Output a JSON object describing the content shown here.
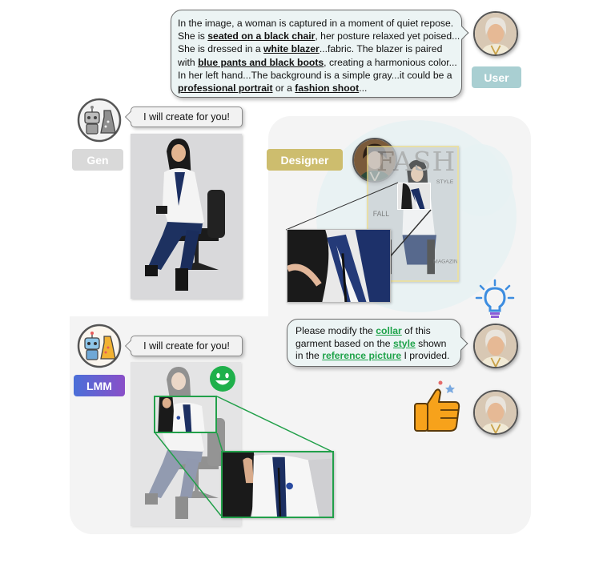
{
  "user": {
    "tag": "User",
    "prompt_segments": [
      [
        {
          "t": "In the image, a woman is captured in a moment of quiet repose."
        }
      ],
      [
        {
          "t": "She is "
        },
        {
          "t": "seated on a black chair",
          "b": true
        },
        {
          "t": ", her posture relaxed yet poised..."
        }
      ],
      [
        {
          "t": "She is dressed in a "
        },
        {
          "t": "white blazer",
          "b": true
        },
        {
          "t": "...fabric. The blazer is paired"
        }
      ],
      [
        {
          "t": "with "
        },
        {
          "t": "blue pants and black boots",
          "b": true
        },
        {
          "t": ", creating a harmonious color..."
        }
      ],
      [
        {
          "t": "In her left hand...The background is a simple gray...it could be a"
        }
      ],
      [
        {
          "t": "professional portrait",
          "b": true
        },
        {
          "t": " or a "
        },
        {
          "t": "fashion shoot",
          "b": true
        },
        {
          "t": "..."
        }
      ]
    ]
  },
  "gen": {
    "tag": "Gen",
    "tag_color": "#d9d9d9",
    "reply": "I will create for you!"
  },
  "designer": {
    "tag": "Designer",
    "tag_color": "#cdbd6e",
    "magazine_title": "FASHION"
  },
  "lmm": {
    "tag": "LMM",
    "tag_gradient": [
      "#4a6fd8",
      "#8a4fc8"
    ],
    "reply": "I will create for you!"
  },
  "modify_request": {
    "segments": [
      {
        "t": "Please modify the "
      },
      {
        "t": "collar",
        "b": true
      },
      {
        "t": " of this"
      },
      {
        "br": true
      },
      {
        "t": "garment based on the "
      },
      {
        "t": "style",
        "b": true
      },
      {
        "t": " shown"
      },
      {
        "br": true
      },
      {
        "t": "in the "
      },
      {
        "t": "reference picture",
        "b": true
      },
      {
        "t": " I provided."
      }
    ]
  },
  "icons": {
    "robot_gen": "robot-with-dress-icon",
    "robot_lmm": "robot-with-dress-color-icon",
    "lightbulb": "lightbulb-icon",
    "thumbs_up": "thumbs-up-icon",
    "smiley": "smiley-face-icon"
  },
  "colors": {
    "accent_green": "#22a04a",
    "user_tag": "#a9cfd2",
    "bubble_fill": "#ecf4f4"
  }
}
